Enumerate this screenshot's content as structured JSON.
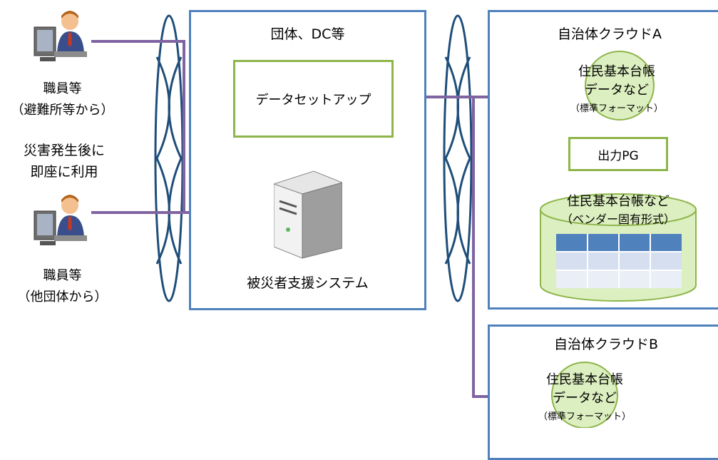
{
  "left": {
    "user_top_label": "職員等",
    "user_top_sub": "（避難所等から）",
    "immediate_line1": "災害発生後に",
    "immediate_line2": "即座に利用",
    "user_bottom_label": "職員等",
    "user_bottom_sub": "（他団体から）"
  },
  "center": {
    "title": "団体、DC等",
    "dataset_label": "データセットアップ",
    "server_label": "被災者支援システム"
  },
  "cloud_a": {
    "title": "自治体クラウドA",
    "std_line1": "住民基本台帳",
    "std_line2": "データなど",
    "std_line3": "（標準フォーマット）",
    "output_label": "出力PG",
    "db_line1": "住民基本台帳など",
    "db_line2": "（ベンダー固有形式）"
  },
  "cloud_b": {
    "title": "自治体クラウドB",
    "std_line1": "住民基本台帳",
    "std_line2": "データなど",
    "std_line3": "（標準フォーマット）"
  },
  "colors": {
    "box_border": "#4f81bd",
    "green_border": "#8db54a",
    "connector": "#8064a2",
    "network_ring": "#1f4e79",
    "cylinder_fill": "#dcefc0",
    "table_header": "#4f81bd",
    "table_cell": "#d6dff0"
  }
}
